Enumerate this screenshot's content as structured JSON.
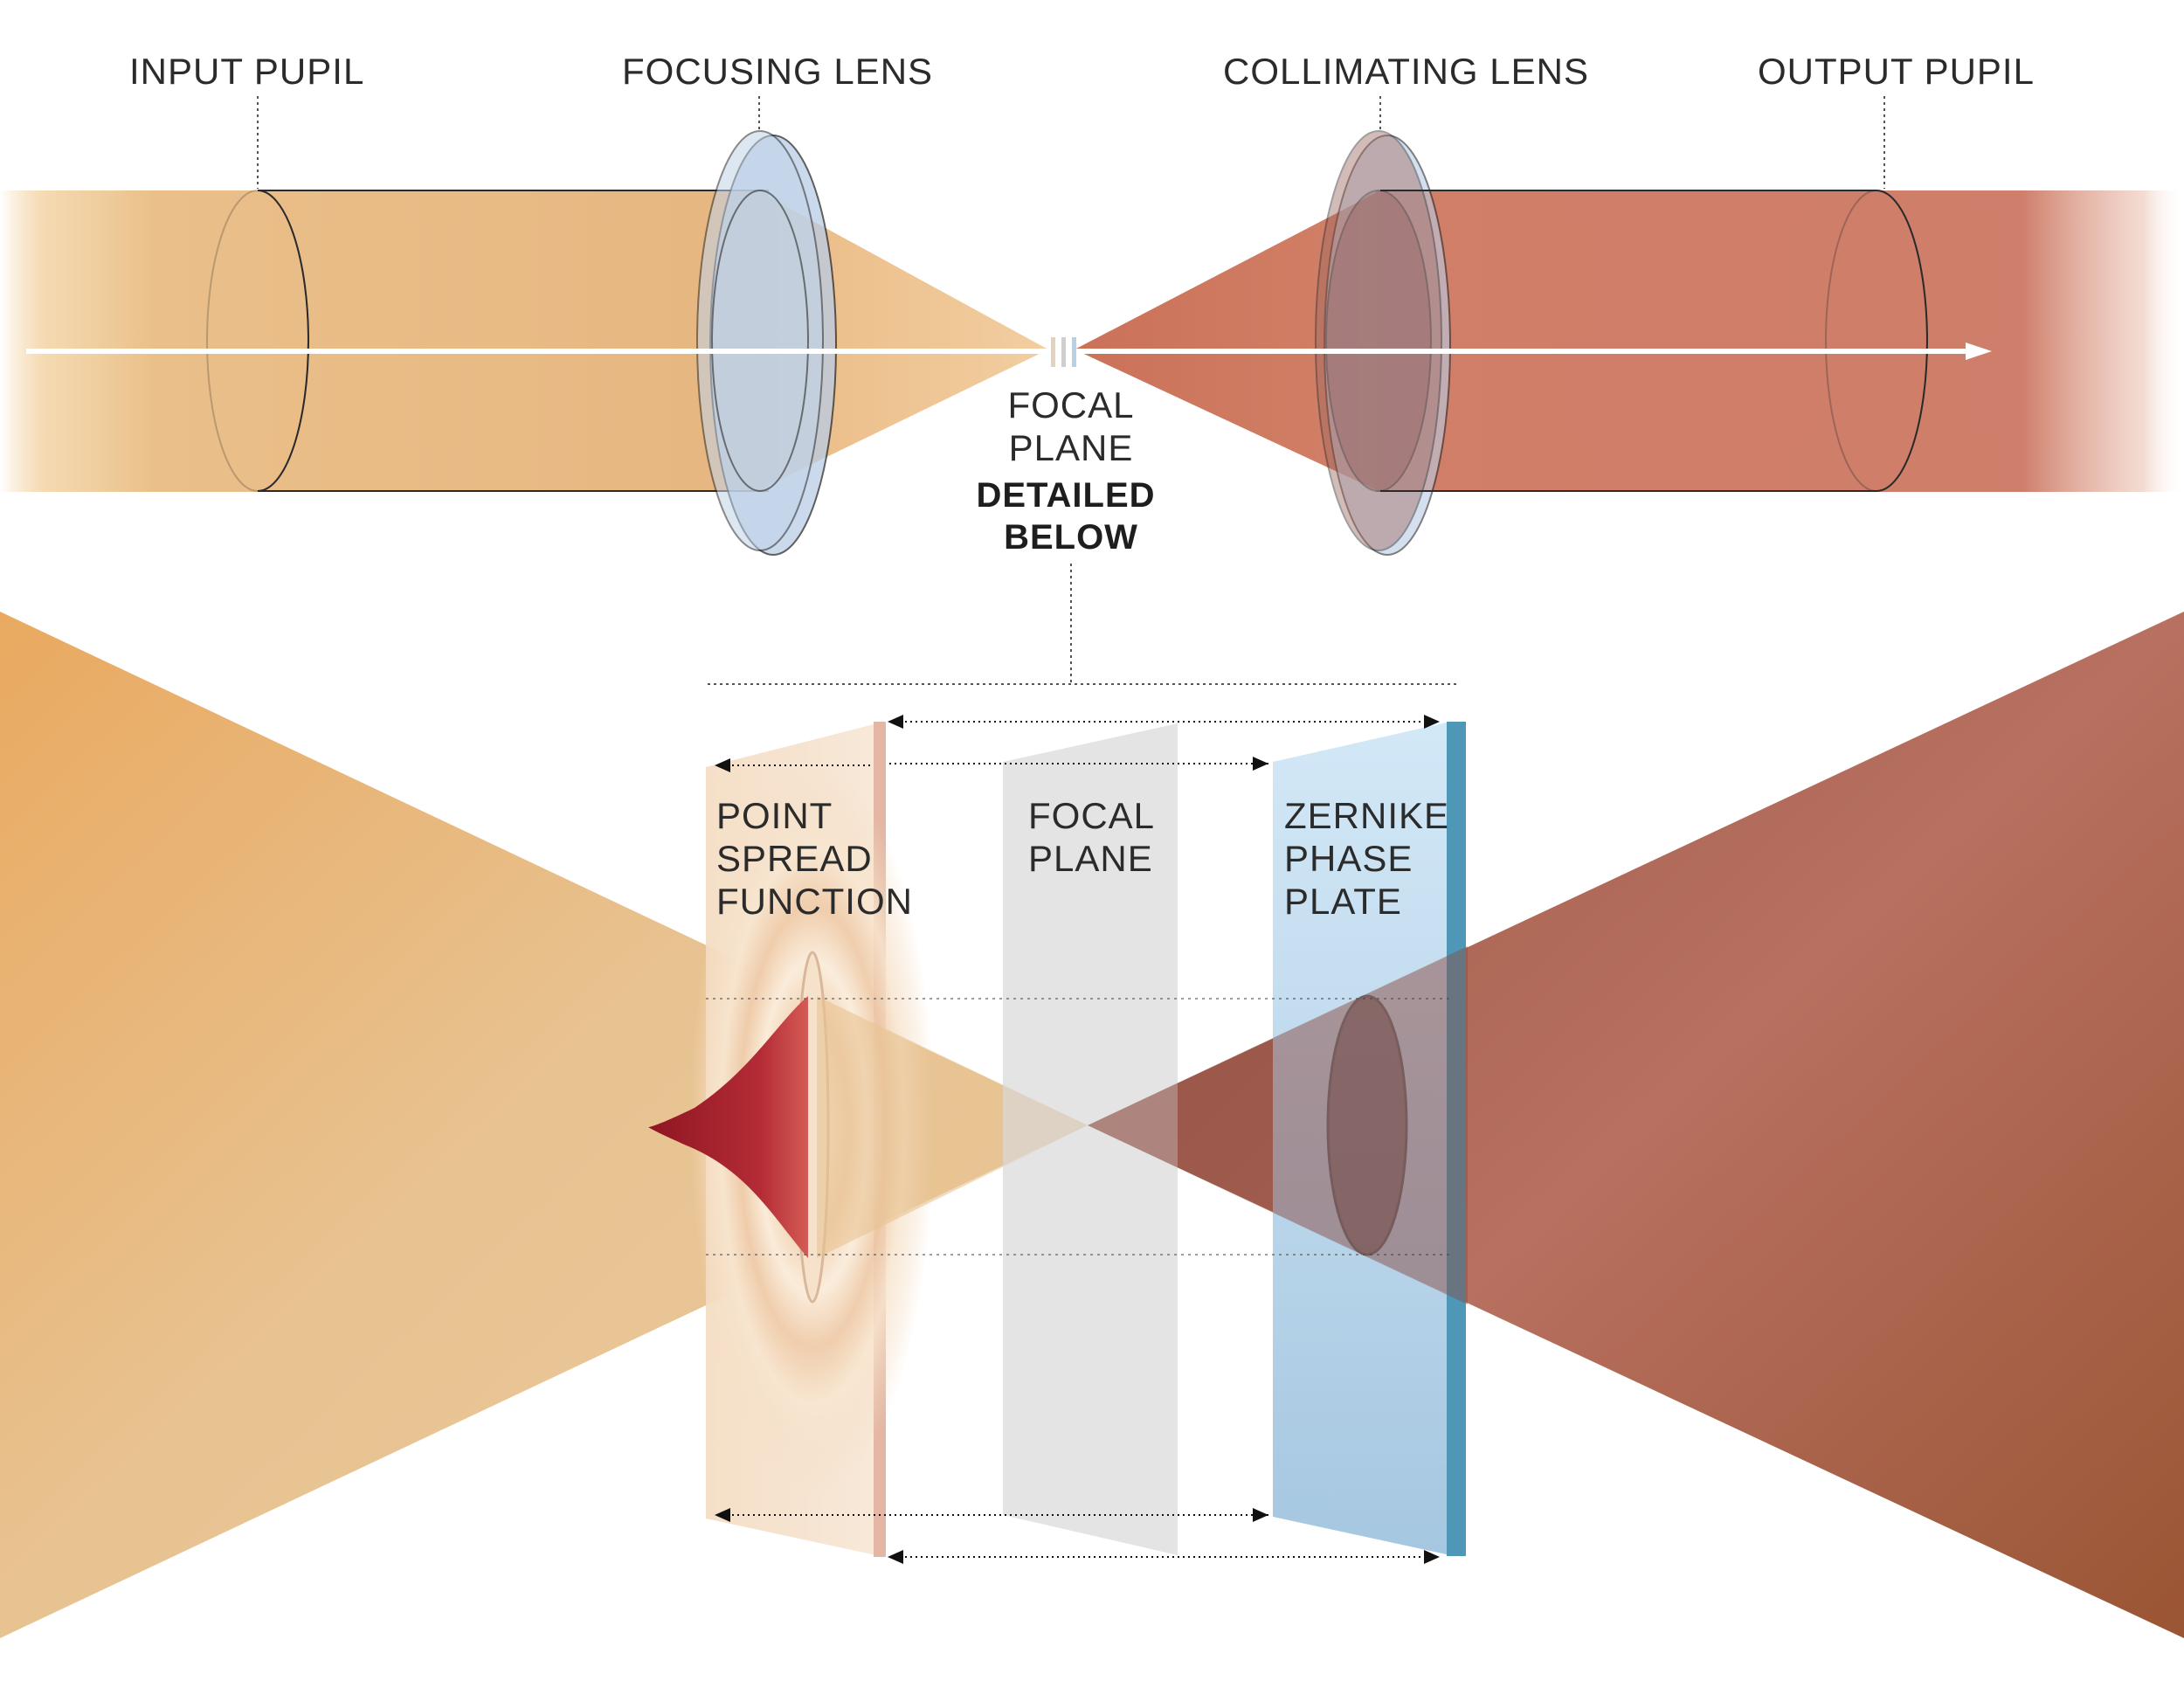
{
  "top_labels": {
    "input_pupil": "INPUT PUPIL",
    "focusing_lens": "FOCUSING LENS",
    "collimating_lens": "COLLIMATING LENS",
    "output_pupil": "OUTPUT PUPIL"
  },
  "focal_note": {
    "line1": "FOCAL",
    "line2": "PLANE",
    "bold1": "DETAILED",
    "bold2": "BELOW"
  },
  "plates": {
    "psf": {
      "line1": "POINT",
      "line2": "SPREAD",
      "line3": "FUNCTION"
    },
    "focal": {
      "line1": "FOCAL",
      "line2": "PLANE"
    },
    "zernike": {
      "line1": "ZERNIKE",
      "line2": "PHASE",
      "line3": "PLATE"
    }
  },
  "colors": {
    "input_beam": "#e9b874",
    "output_beam": "#c9705a",
    "lens_blue": "#b9cde6",
    "zernike_plate": "#9ec6e6",
    "zernike_edge": "#4f97b7",
    "focal_plate": "#d8d8d8",
    "psf_peak": "#a31f2c"
  }
}
